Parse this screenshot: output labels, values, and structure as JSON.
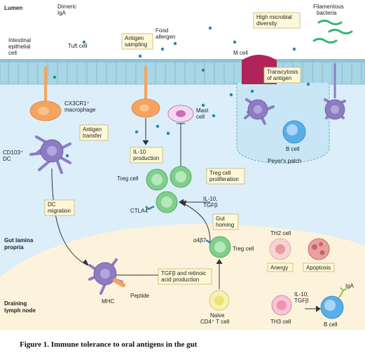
{
  "regions": {
    "lumen": "Lumen",
    "lamina_propria": [
      "Gut lamina",
      "propria"
    ],
    "lymph_node": [
      "Draining",
      "lymph node"
    ]
  },
  "labels": {
    "iec": [
      "Intestinal",
      "epithelial",
      "cell"
    ],
    "dimeric_iga": [
      "Dimeric",
      "IgA"
    ],
    "tuft_cell": "Tuft cell",
    "antigen_sampling": [
      "Antigen",
      "sampling"
    ],
    "food_allergen": [
      "Food",
      "allergen"
    ],
    "high_microbial": [
      "High microbial",
      "diversity"
    ],
    "filamentous": [
      "Filamentous",
      "bacteria"
    ],
    "m_cell": "M cell",
    "transcytosis": [
      "Transcytosis",
      "of antigen"
    ],
    "macrophage": [
      "CX3CR1⁺",
      "macrophage"
    ],
    "mast_cell": [
      "Mast",
      "cell"
    ],
    "antigen_transfer": [
      "Antigen",
      "transfer"
    ],
    "cd103_dc": [
      "CD103⁺",
      "DC"
    ],
    "b_cell_pp": "B cell",
    "peyers_patch": "Peyer's patch",
    "il10_production": [
      "IL-10",
      "production"
    ],
    "treg_cell": "Treg cell",
    "treg_prolif": [
      "Treg cell",
      "proliferation"
    ],
    "il10_tgfb": [
      "IL-10,",
      "TGFβ"
    ],
    "ctla4": "CTLA4",
    "dc_migration": [
      "DC",
      "migration"
    ],
    "gut_homing": [
      "Gut",
      "homing"
    ],
    "a4b7": "α4β7",
    "treg_cell_2": "Treg cell",
    "th2_cell": "TH2 cell",
    "anergy": "Anergy",
    "apoptosis": "Apoptosis",
    "tgfb_retinoic": [
      "TGFβ and retinoic",
      "acid production"
    ],
    "peptide": "Peptide",
    "mhc": "MHC",
    "naive_t": [
      "Naive",
      "CD4⁺ T cell"
    ],
    "il10_tgfb_2": [
      "IL-10,",
      "TGFβ"
    ],
    "th3_cell": "TH3 cell",
    "b_cell": "B cell",
    "iga": "IgA"
  },
  "caption": "Figure 1. Immune tolerance to oral antigens in the gut",
  "colors": {
    "lumen_bg": "#ffffff",
    "epithelium": "#a9d6e5",
    "lamina_bg": "#dbeefa",
    "lymph_bg": "#fdf3dc",
    "macrophage": "#f4a460",
    "dc": "#8e7cc3",
    "treg": "#7fcf8a",
    "mcell": "#b0245a",
    "bcell": "#5aaee8"
  }
}
